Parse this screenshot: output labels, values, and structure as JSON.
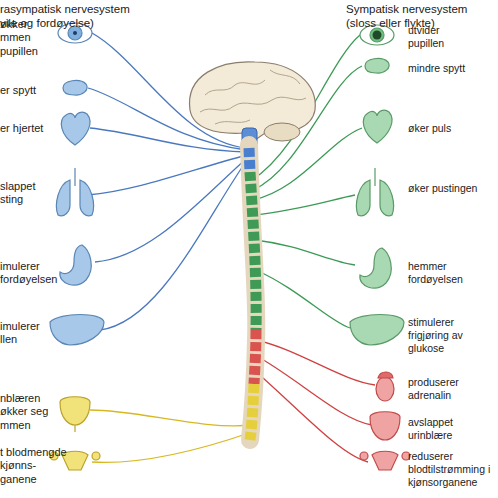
{
  "diagram": {
    "labels": [
      "rasympatisk nervesystem vile og fordøyelse)",
      "økker mmen pupillen",
      "er spytt",
      "er hjertet",
      "slappet sting",
      "imulerer fordøyelsen",
      "imulerer llen",
      "nblæren økker seg mmen",
      "t blodmengde kjønns- ganene",
      "Sympatisk nervesystem (sloss eller flykte)",
      "utvider pupillen",
      "mindre spytt",
      "øker puls",
      "øker pustingen",
      "hemmer fordøyelsen",
      "stimulerer frigjøring av glukose",
      "produserer adrenalin",
      "avslappet urinblære",
      "reduserer blodtilstrømming i kjønsorganene"
    ]
  }
}
